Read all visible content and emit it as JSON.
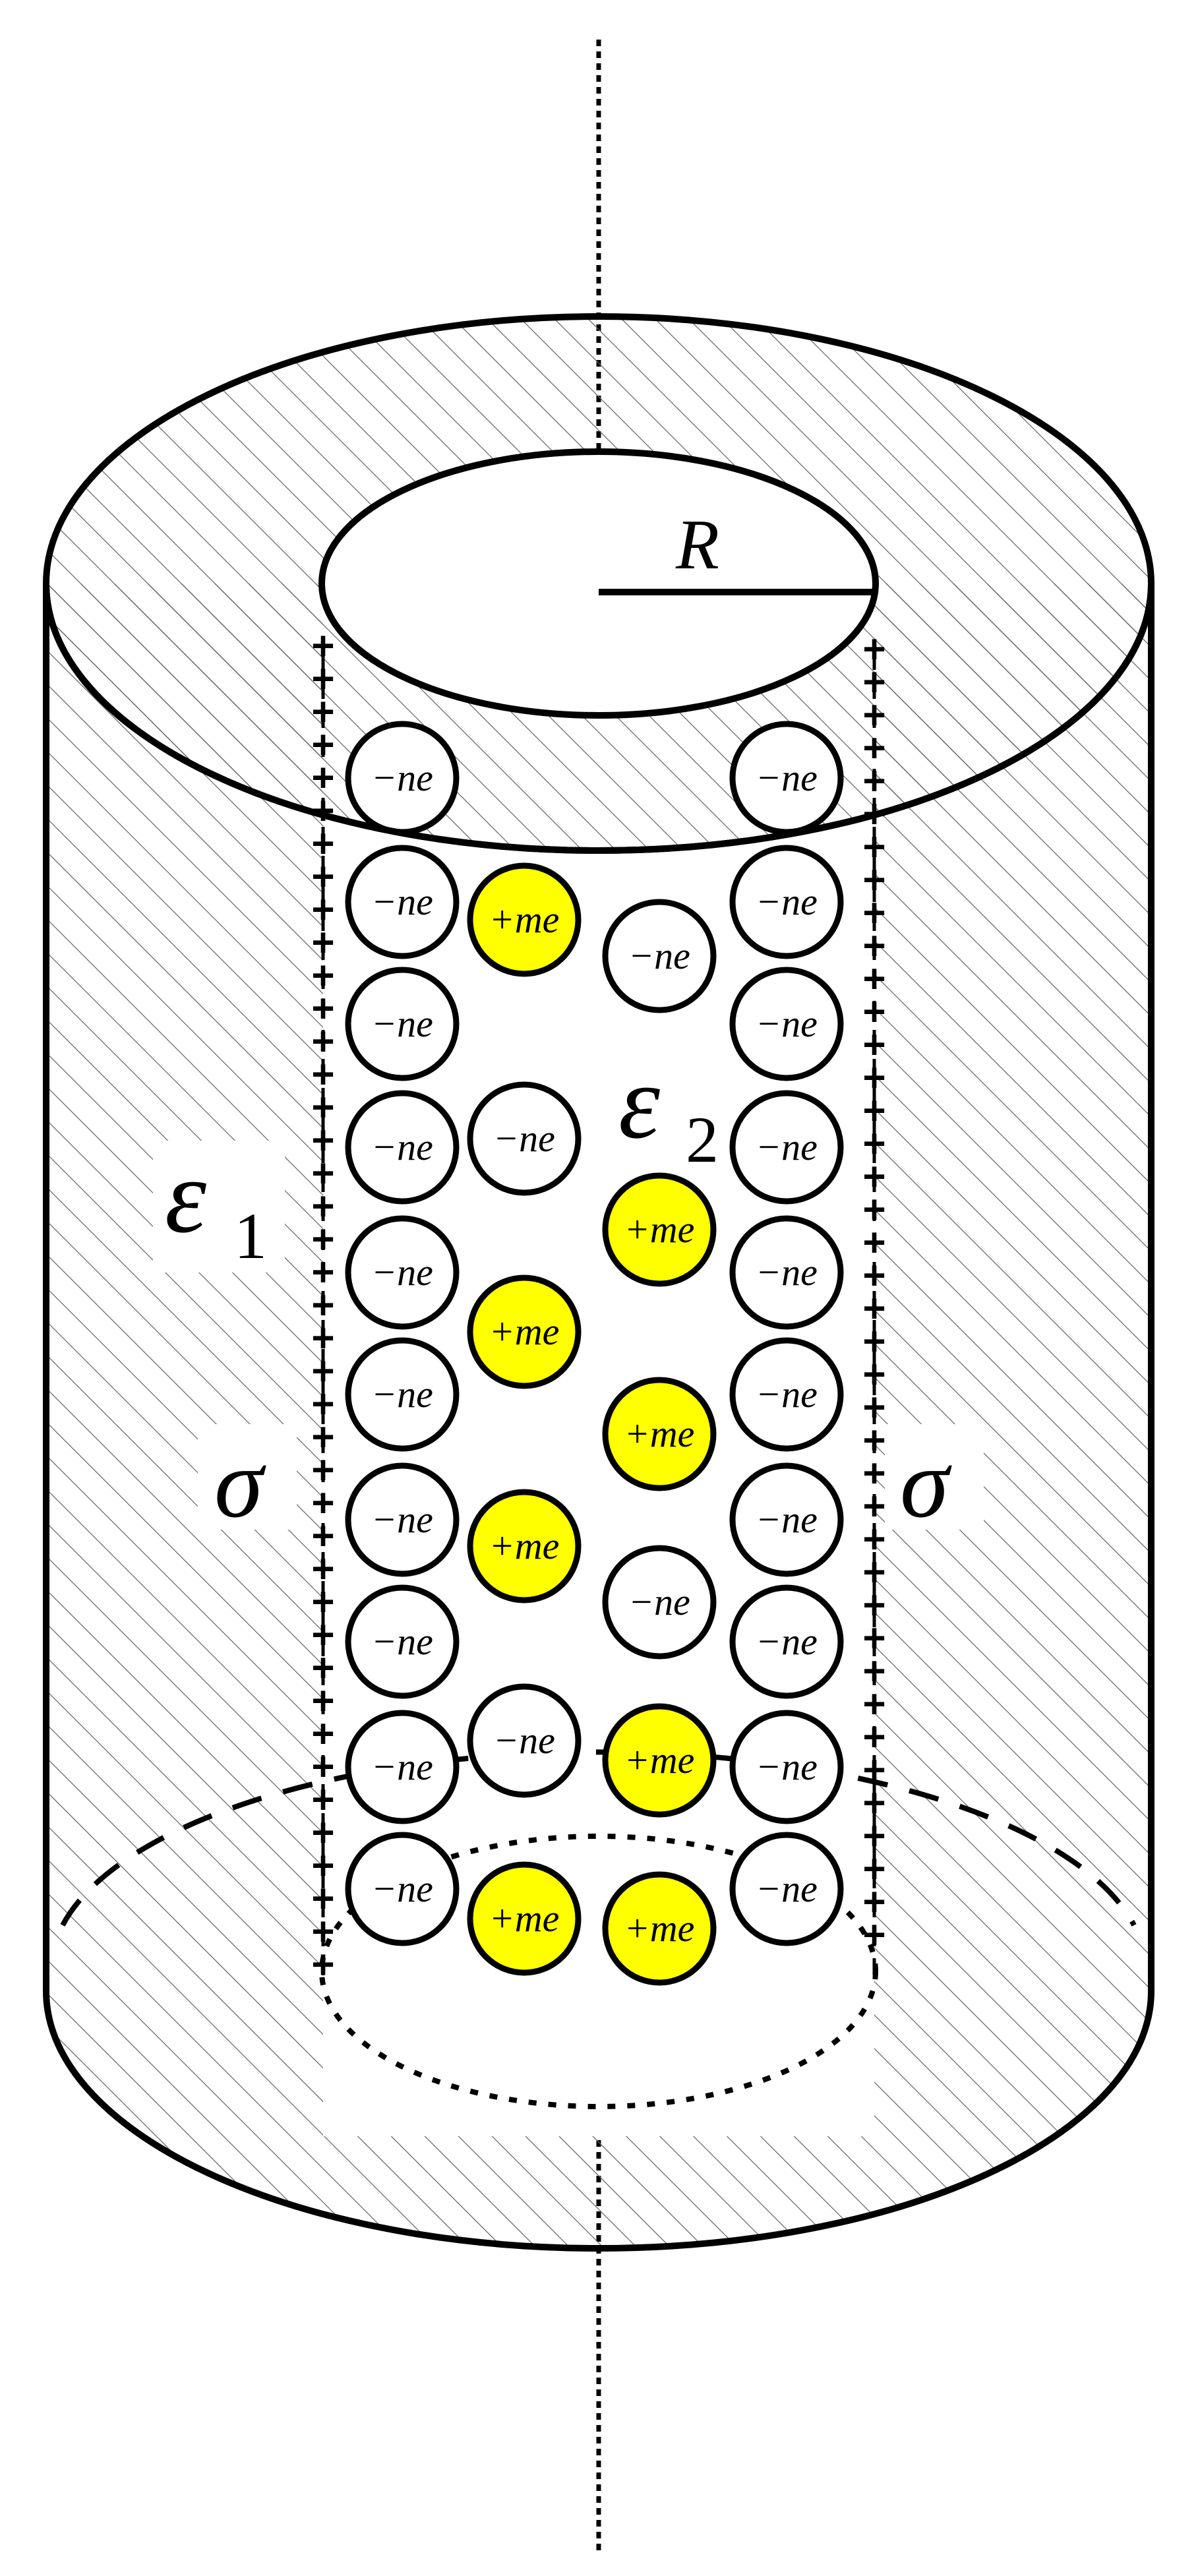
{
  "labels": {
    "radius": "R",
    "eps1": "ε",
    "eps1_sub": "1",
    "eps2": "ε",
    "eps2_sub": "2",
    "sigma_left": "σ",
    "sigma_right": "σ"
  },
  "wall_charge_symbol": "+",
  "ions": {
    "negative_label": "−ne",
    "positive_label": "+me",
    "negative_fill": "#ffffff",
    "positive_fill": "#ffff00"
  },
  "colors": {
    "stroke": "#000000",
    "hatch": "#555555"
  }
}
